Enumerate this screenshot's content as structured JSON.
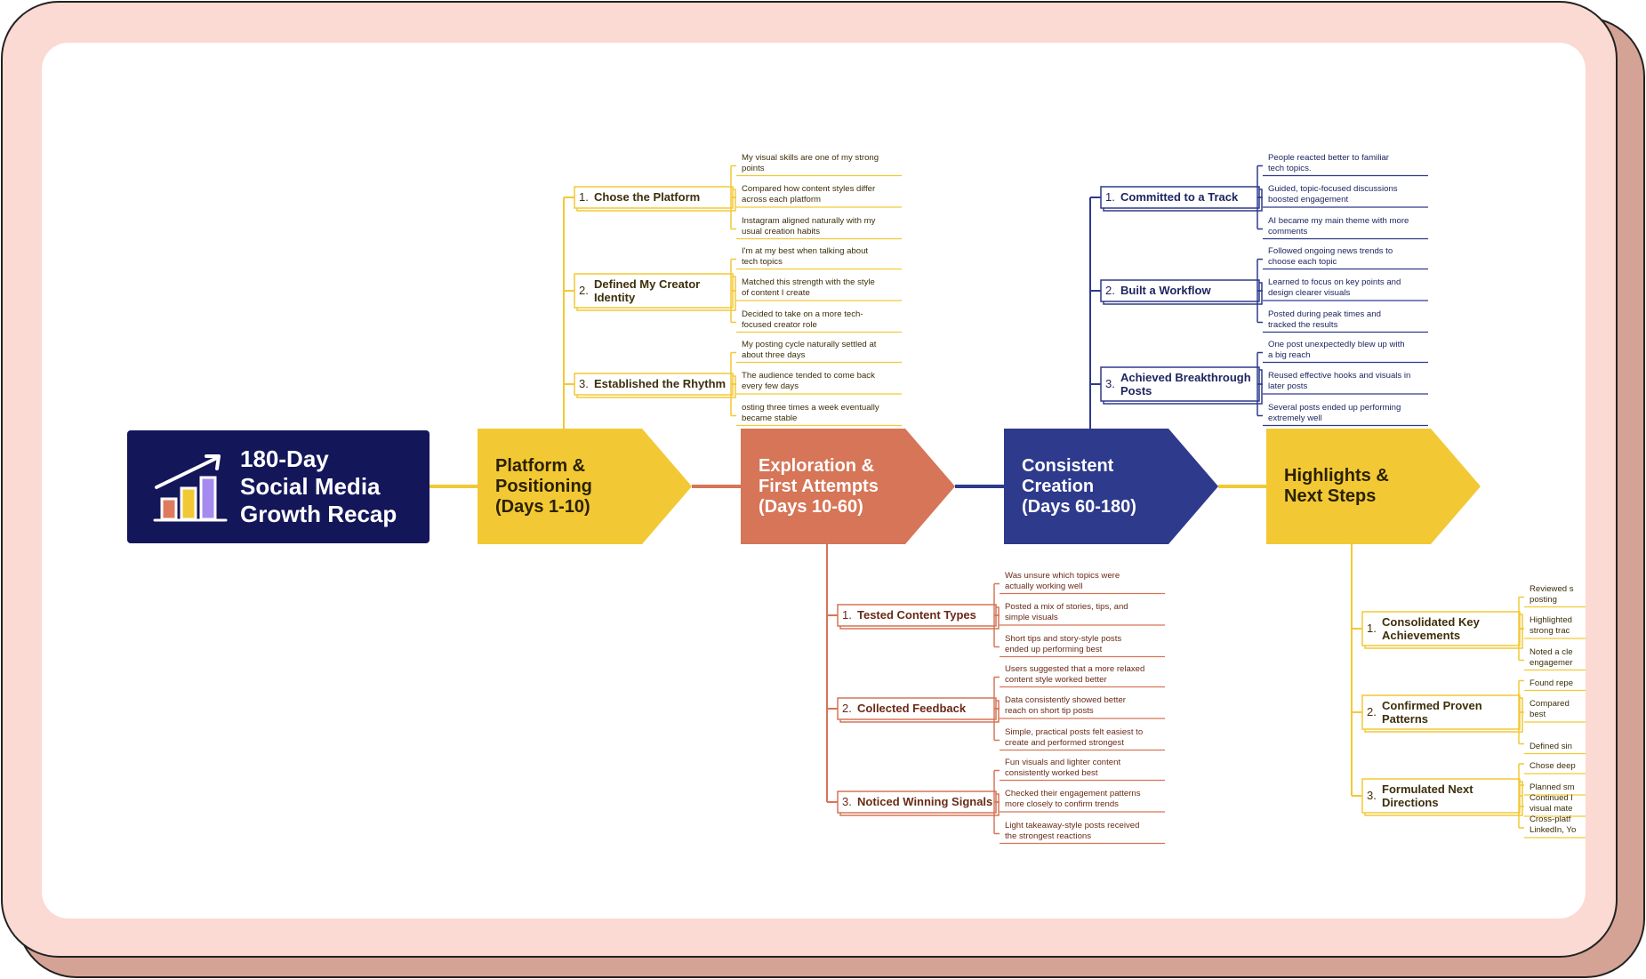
{
  "colors": {
    "frame_fill": "#FADAD2",
    "frame_shadow": "#D4A396",
    "frame_border": "#222222",
    "canvas": "#FFFFFF",
    "root_fill": "#131659",
    "yellow": "#F2C935",
    "yellow_text": "#3D2F0A",
    "orange": "#D67557",
    "orange_text": "#6A2A17",
    "blue": "#2E3A8C",
    "blue_text": "#1E2660"
  },
  "root": {
    "title_lines": [
      "180-Day",
      "Social Media",
      "Growth Recap"
    ],
    "icon": "bar-chart-growth-icon"
  },
  "stages": [
    {
      "title_lines": [
        "Platform &",
        "Positioning",
        "(Days 1-10)"
      ],
      "color": "yellow",
      "subtopics": [
        {
          "num": "1.",
          "lines": [
            "Chose the Platform"
          ],
          "leaves": [
            [
              "My visual skills are one of my strong",
              "points"
            ],
            [
              "Compared how content styles differ",
              "across each platform"
            ],
            [
              "Instagram aligned naturally with my",
              "usual creation habits"
            ]
          ]
        },
        {
          "num": "2.",
          "lines": [
            "Defined My Creator",
            "Identity"
          ],
          "leaves": [
            [
              "I'm at my best when talking about",
              "tech topics"
            ],
            [
              "Matched this strength with the style",
              "of content I create"
            ],
            [
              "Decided to take on a more tech-",
              "focused creator role"
            ]
          ]
        },
        {
          "num": "3.",
          "lines": [
            "Established the Rhythm"
          ],
          "leaves": [
            [
              "My posting cycle naturally settled at",
              "about three days"
            ],
            [
              "The audience tended to come back",
              "every few days"
            ],
            [
              "osting three times a week eventually",
              "became stable"
            ]
          ]
        }
      ]
    },
    {
      "title_lines": [
        "Exploration &",
        "First Attempts",
        "(Days 10-60)"
      ],
      "color": "orange",
      "subtopics": [
        {
          "num": "1.",
          "lines": [
            "Tested Content Types"
          ],
          "leaves": [
            [
              "Was unsure which topics were",
              "actually working well"
            ],
            [
              "Posted a mix of stories, tips, and",
              "simple visuals"
            ],
            [
              "Short tips and story-style posts",
              "ended up performing best"
            ]
          ]
        },
        {
          "num": "2.",
          "lines": [
            "Collected Feedback"
          ],
          "leaves": [
            [
              "Users suggested that a more relaxed",
              "content style worked better"
            ],
            [
              "Data consistently showed better",
              "reach on short tip posts"
            ],
            [
              "Simple, practical posts felt easiest to",
              "create and performed strongest"
            ]
          ]
        },
        {
          "num": "3.",
          "lines": [
            "Noticed Winning Signals"
          ],
          "leaves": [
            [
              "Fun visuals and lighter content",
              "consistently worked best"
            ],
            [
              "Checked their engagement patterns",
              "more closely to confirm trends"
            ],
            [
              "Light takeaway-style posts received",
              "the strongest reactions"
            ]
          ]
        }
      ]
    },
    {
      "title_lines": [
        "Consistent",
        "Creation",
        "(Days 60-180)"
      ],
      "color": "blue",
      "subtopics": [
        {
          "num": "1.",
          "lines": [
            "Committed to a Track"
          ],
          "leaves": [
            [
              "People reacted better to familiar",
              "tech topics."
            ],
            [
              "Guided, topic-focused discussions",
              "boosted engagement"
            ],
            [
              "AI became my main theme with more",
              "comments"
            ]
          ]
        },
        {
          "num": "2.",
          "lines": [
            "Built a Workflow"
          ],
          "leaves": [
            [
              "Followed ongoing news trends to",
              "choose each topic"
            ],
            [
              "Learned to focus on key points and",
              "design clearer visuals"
            ],
            [
              "Posted during peak times and",
              "tracked the results"
            ]
          ]
        },
        {
          "num": "3.",
          "lines": [
            "Achieved Breakthrough",
            "Posts"
          ],
          "leaves": [
            [
              "One post unexpectedly blew up with",
              "a big reach"
            ],
            [
              "Reused effective hooks and visuals in",
              "later posts"
            ],
            [
              "Several posts ended up performing",
              "extremely well"
            ]
          ]
        }
      ]
    },
    {
      "title_lines": [
        "Highlights &",
        "Next Steps"
      ],
      "color": "yellow",
      "subtopics": [
        {
          "num": "1.",
          "lines": [
            "Consolidated Key",
            "Achievements"
          ],
          "leaves": [
            [
              "Reviewed s",
              "posting"
            ],
            [
              "Highlighted",
              "strong trac"
            ],
            [
              "Noted a cle",
              "engagemer"
            ]
          ]
        },
        {
          "num": "2.",
          "lines": [
            "Confirmed Proven",
            "Patterns"
          ],
          "leaves": [
            [
              "Found repe"
            ],
            [
              "Compared",
              "best"
            ],
            [
              "Defined sin"
            ]
          ]
        },
        {
          "num": "3.",
          "lines": [
            "Formulated Next",
            "Directions"
          ],
          "leaves": [
            [
              "Chose deep"
            ],
            [
              "Planned sm"
            ],
            [
              "Continued l",
              "visual mate"
            ],
            [
              "Cross-platf",
              "LinkedIn, Yo"
            ]
          ]
        }
      ]
    }
  ]
}
